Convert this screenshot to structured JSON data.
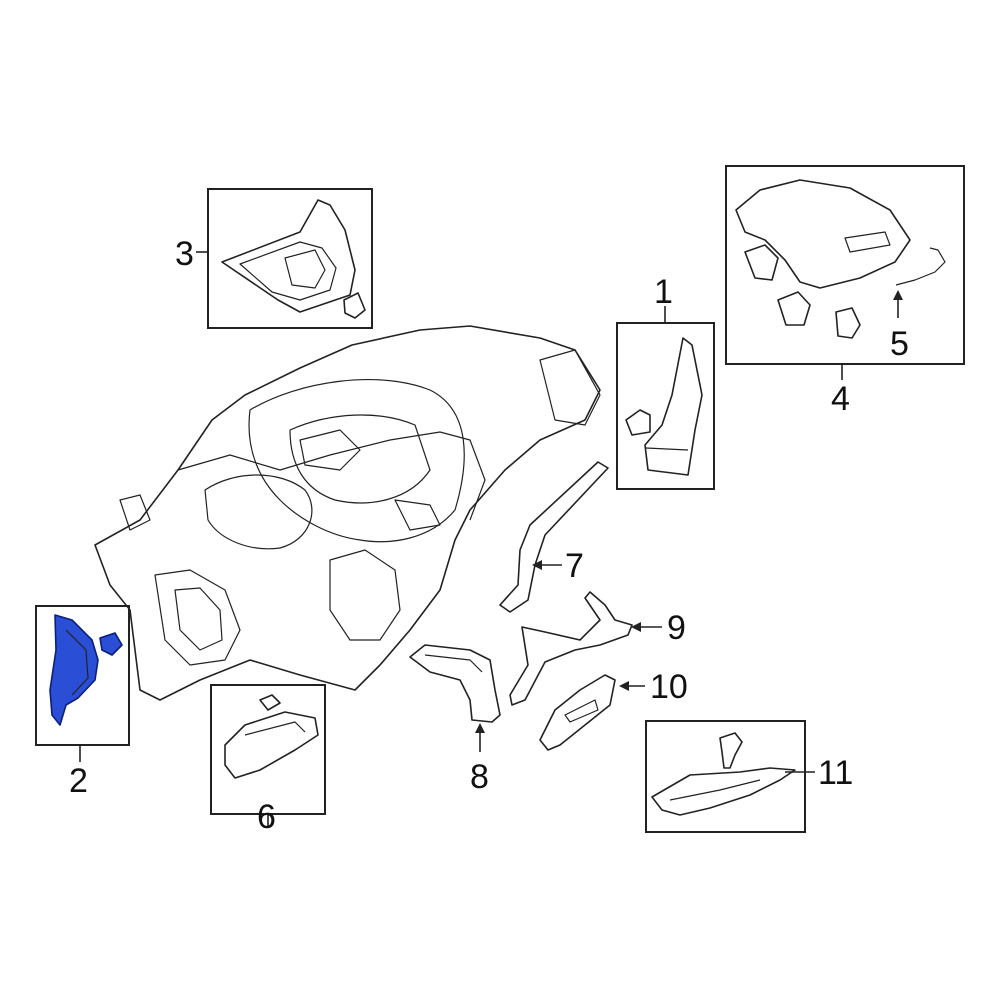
{
  "callouts": {
    "c1": "1",
    "c2": "2",
    "c3": "3",
    "c4": "4",
    "c5": "5",
    "c6": "6",
    "c7": "7",
    "c8": "8",
    "c9": "9",
    "c10": "10",
    "c11": "11"
  },
  "highlight": {
    "part": "2",
    "color": "#2a4fd6"
  }
}
